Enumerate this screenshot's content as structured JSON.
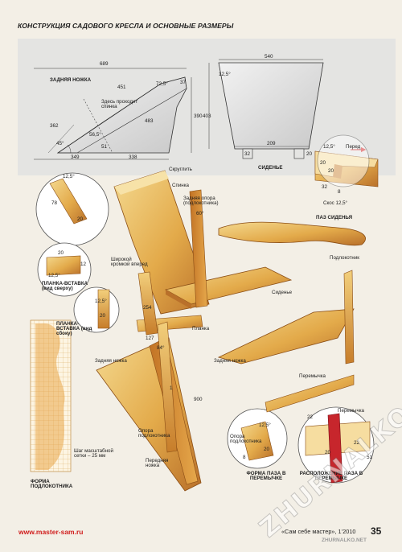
{
  "header": {
    "title": "КОНСТРУКЦИЯ САДОВОГО КРЕСЛА И ОСНОВНЫЕ РАЗМЕРЫ"
  },
  "rear_leg_drawing": {
    "name": "ЗАДНЯЯ НОЖКА",
    "dims": {
      "top": "689",
      "d451": "451",
      "d72": "72,5°",
      "d37": "37",
      "d362": "362",
      "d56": "56,5°",
      "d45": "45°",
      "d51": "51",
      "d483": "483",
      "d390": "390",
      "d349": "349",
      "d338": "338"
    },
    "note": "Здесь проходит спинка"
  },
  "seat_drawing": {
    "name": "СИДЕНЬЕ",
    "dims": {
      "top": "540",
      "angle": "12,5°",
      "height": "403",
      "bottom": "209",
      "left32": "32",
      "right20": "20"
    }
  },
  "seat_groove": {
    "name": "ПАЗ СИДЕНЬЯ",
    "dims": {
      "angle": "12,5°",
      "d20a": "20",
      "d20b": "20",
      "d32": "32",
      "d8": "8"
    },
    "front": "Перед",
    "bevel": "Скос 12,5°"
  },
  "back_detail": {
    "angle": "12,5°",
    "d78": "78",
    "d20": "20"
  },
  "labels": {
    "round": "Скруглить",
    "backrest": "Спинка",
    "rear_support": "Задняя опора (подлокотника)",
    "angle60": "60°",
    "armrest": "Подлокотник",
    "seat": "Сиденье",
    "wide_edge": "Широкой кромкой вперед",
    "plank": "Планка",
    "rear_leg": "Задняя ножка",
    "crossbar": "Перемычка",
    "arm_support": "Опора подлокотника",
    "front_leg": "Передняя ножка",
    "grid_note": "Шаг масштабной сетки – 25 мм",
    "armrest_shape": "ФОРМА ПОДЛОКОТНИКА",
    "crossbar_groove": "ФОРМА ПАЗА В ПЕРЕМЫЧКЕ",
    "groove_layout": "РАСПОЛОЖЕНИЕ ПАЗА В ПЕРЕМЫЧКЕ",
    "insert_top": "ПЛАНКА-ВСТАВКА (вид сверху)",
    "insert_side": "ПЛАНКА-ВСТАВКА (вид сбоку)"
  },
  "small_dims": {
    "p20": "20",
    "p12": "12",
    "p12_5": "12,5°",
    "p12_5b": "12,5°",
    "p20b": "20",
    "p254": "254",
    "p127": "127",
    "a84": "84°",
    "d1": "1",
    "d900": "900",
    "g125": "12,5°",
    "g20": "20",
    "g22": "22",
    "g22b": "22",
    "g51": "51",
    "g20c": "20",
    "g8": "8",
    "crossbar_small": "Перемычка",
    "support_small": "Опора подлокотника"
  },
  "footer": {
    "site": "www.master-sam.ru",
    "magazine": "«Сам себе мастер», 1’2010",
    "page": "35"
  },
  "watermark": {
    "main": "ZHURNALKO.NET",
    "small": "ZHURNALKO.NET"
  },
  "colors": {
    "wood_light": "#f1cf7e",
    "wood_mid": "#d99a3a",
    "wood_dark": "#a8621c",
    "panel_grey": "#d9d9d9",
    "red": "#d01e1e"
  }
}
